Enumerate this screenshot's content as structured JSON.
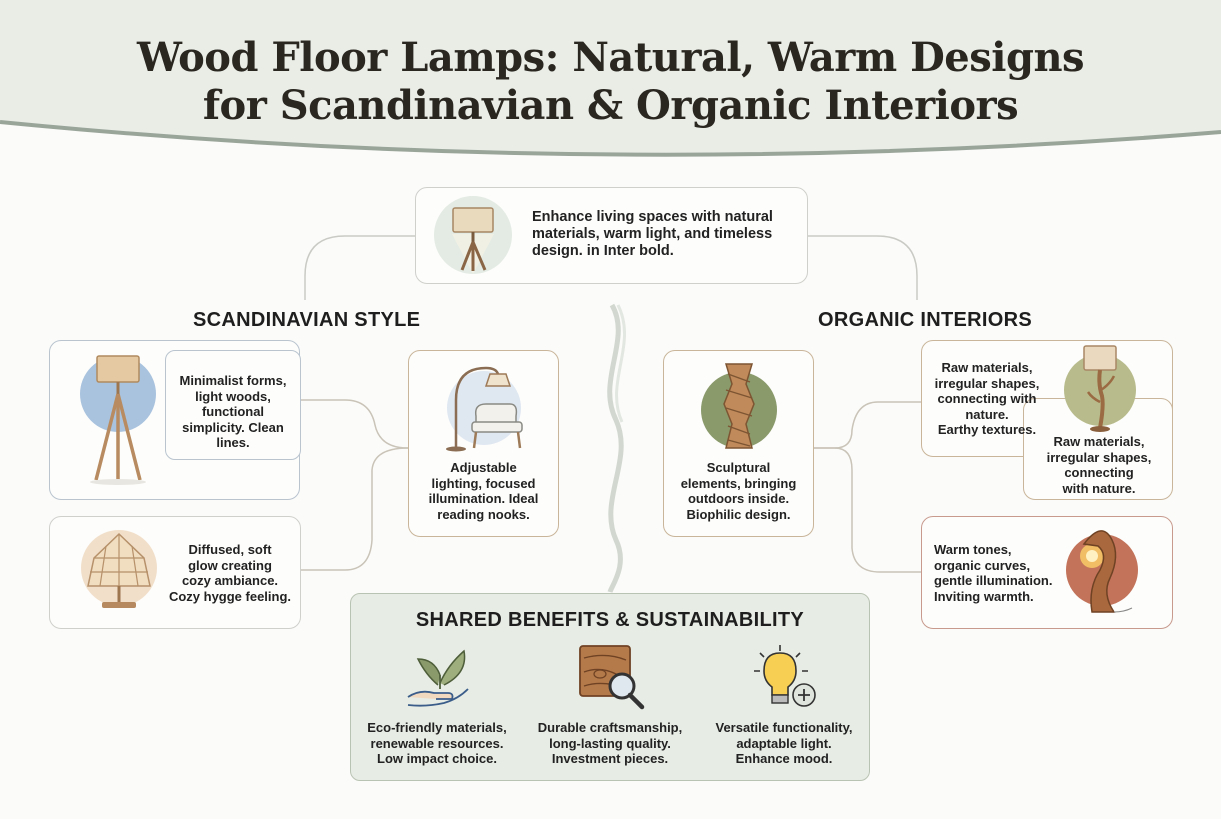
{
  "title": {
    "line1": "Wood Floor Lamps: Natural, Warm Designs",
    "line2": "for Scandinavian & Organic Interiors"
  },
  "intro": {
    "text": "Enhance living spaces with natural materials, warm light, and timeless design. in Inter bold."
  },
  "scandinavian": {
    "heading": "SCANDINAVIAN STYLE",
    "items": [
      {
        "text": "Minimalist forms,\nlight woods,\nfunctional\nsimplicity. Clean\nlines.",
        "icon": "tripod-floor-lamp-icon"
      },
      {
        "text": "Diffused, soft\nglow creating\ncozy ambiance.\nCozy hygge feeling.",
        "icon": "paper-lantern-lamp-icon"
      },
      {
        "text": "Adjustable\nlighting, focused\nillumination. Ideal\nreading nooks.",
        "icon": "arc-lamp-armchair-icon"
      }
    ]
  },
  "organic": {
    "heading": "ORGANIC INTERIORS",
    "items": [
      {
        "text": "Sculptural\nelements, bringing\noutdoors inside.\nBiophilic design.",
        "icon": "sculptural-wood-lamp-icon"
      },
      {
        "text": "Raw materials,\nirregular shapes,\nconnecting with\nnature.\nEarthy textures.",
        "icon": "branch-lamp-icon"
      },
      {
        "text": "Raw materials,\nirregular shapes,\nconnecting\nwith nature.",
        "icon": "branch-lamp-icon"
      },
      {
        "text": "Warm tones,\norganic curves,\ngentle illumination.\nInviting warmth.",
        "icon": "curved-wood-lamp-icon"
      }
    ]
  },
  "shared": {
    "heading": "SHARED BENEFITS & SUSTAINABILITY",
    "items": [
      {
        "text": "Eco-friendly materials,\nrenewable resources.\nLow impact choice.",
        "icon": "hand-leaf-icon"
      },
      {
        "text": "Durable craftsmanship,\nlong-lasting quality.\nInvestment pieces.",
        "icon": "wood-magnifier-icon"
      },
      {
        "text": "Versatile functionality,\nadaptable light.\nEnhance mood.",
        "icon": "lightbulb-plus-icon"
      }
    ]
  },
  "colors": {
    "header_band": "#e9ede6",
    "shared_panel": "#e7ece4",
    "wood": "#c89a6a",
    "sage": "#8a9a6b",
    "terracotta": "#c2735a",
    "sky": "#a9c3de"
  }
}
